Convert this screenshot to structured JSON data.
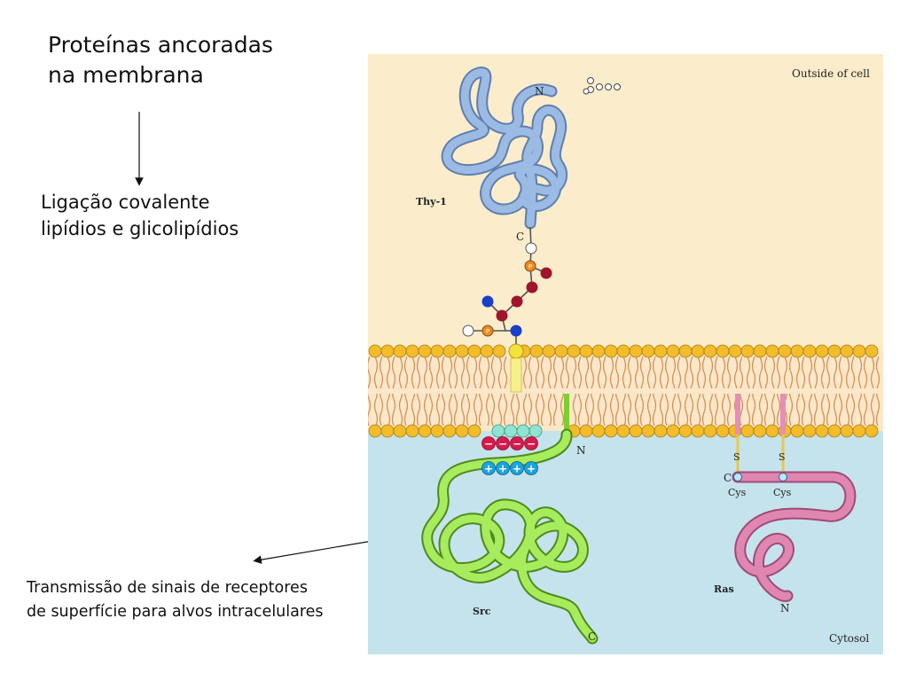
{
  "title": {
    "line1": "Proteínas ancoradas",
    "line2": "na membrana"
  },
  "subtitle": {
    "line1": "Ligação covalente",
    "line2": "lipídios e glicolipídios"
  },
  "bottom_text": {
    "line1": "Transmissão de sinais de receptores",
    "line2": "de superfície para alvos intracelulares"
  },
  "figure": {
    "outside_label": "Outside of cell",
    "cytosol_label": "Cytosol",
    "thy1_label": "Thy-1",
    "src_label": "Src",
    "ras_label": "Ras",
    "n_label": "N",
    "c_label": "C",
    "cys_label": "Cys",
    "s_label": "S",
    "p_label": "P",
    "minus": "−",
    "plus": "+"
  },
  "colors": {
    "outside_bg": "#fbeccb",
    "cytosol_bg": "#c5e3ec",
    "membrane_tail": "#e1a56a",
    "head_group": "#f2bc2a",
    "thy1_chain": "#9bbbe5",
    "src_chain": "#a7ec5c",
    "ras_chain": "#df86b1",
    "sugar_dark_red": "#a0142c",
    "sugar_blue": "#1a3fc8",
    "phosphate_orange": "#ec8a1f",
    "anchor_yellow": "#f4e23a"
  }
}
